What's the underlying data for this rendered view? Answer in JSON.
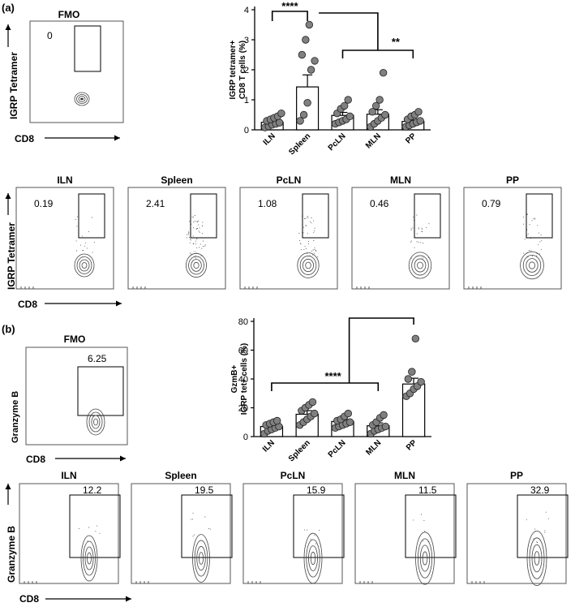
{
  "panel_labels": {
    "a": "(a)",
    "b": "(b)"
  },
  "axis_text": {
    "igrp_tetramer": "IGRP Tetramer",
    "cd8": "CD8",
    "granzyme_b": "Granzyme B"
  },
  "flow_a": {
    "fmo": {
      "title": "FMO",
      "gate_value": "0"
    },
    "panels": [
      {
        "title": "ILN",
        "gate_value": "0.19"
      },
      {
        "title": "Spleen",
        "gate_value": "2.41"
      },
      {
        "title": "PcLN",
        "gate_value": "1.08"
      },
      {
        "title": "MLN",
        "gate_value": "0.46"
      },
      {
        "title": "PP",
        "gate_value": "0.79"
      }
    ]
  },
  "flow_b": {
    "fmo": {
      "title": "FMO",
      "gate_value": "6.25"
    },
    "panels": [
      {
        "title": "ILN",
        "gate_value": "12.2"
      },
      {
        "title": "Spleen",
        "gate_value": "19.5"
      },
      {
        "title": "PcLN",
        "gate_value": "15.9"
      },
      {
        "title": "MLN",
        "gate_value": "11.5"
      },
      {
        "title": "PP",
        "gate_value": "32.9"
      }
    ]
  },
  "chart_data": [
    {
      "type": "bar",
      "ylabel": [
        "IGRP tetramer+",
        "CD8 T cells (%)"
      ],
      "categories": [
        "ILN",
        "Spleen",
        "PcLN",
        "MLN",
        "PP"
      ],
      "values": [
        0.25,
        1.43,
        0.48,
        0.52,
        0.28
      ],
      "errors": [
        0.06,
        0.4,
        0.1,
        0.15,
        0.05
      ],
      "points": [
        [
          0.08,
          0.12,
          0.17,
          0.2,
          0.24,
          0.3,
          0.35,
          0.4,
          0.45,
          0.55
        ],
        [
          0.3,
          0.5,
          0.9,
          2.0,
          2.3,
          2.5,
          3.0,
          3.5
        ],
        [
          0.2,
          0.25,
          0.3,
          0.35,
          0.45,
          0.55,
          0.7,
          0.8,
          1.0
        ],
        [
          0.1,
          0.2,
          0.3,
          0.4,
          0.5,
          0.6,
          0.8,
          1.0,
          1.9
        ],
        [
          0.1,
          0.15,
          0.2,
          0.25,
          0.3,
          0.35,
          0.45,
          0.5,
          0.6
        ]
      ],
      "yticks": [
        0,
        1,
        2,
        3,
        4
      ],
      "ylim": [
        0,
        4
      ],
      "significance": [
        "****",
        "**"
      ],
      "bar_color": "#ffffff",
      "point_color": "#808080"
    },
    {
      "type": "bar",
      "ylabel": [
        "GzmB+",
        "IGRP tet+ cells (%)"
      ],
      "categories": [
        "ILN",
        "Spleen",
        "PcLN",
        "MLN",
        "PP"
      ],
      "values": [
        7,
        15.5,
        10.5,
        7.5,
        36.5
      ],
      "errors": [
        1.5,
        2.5,
        1.5,
        2,
        4
      ],
      "points": [
        [
          2,
          4,
          5,
          6,
          7,
          8,
          9,
          10,
          11
        ],
        [
          8,
          10,
          12,
          14,
          16,
          18,
          20,
          22,
          24
        ],
        [
          6,
          7,
          8,
          9,
          10,
          11,
          12,
          14,
          16
        ],
        [
          2,
          4,
          5,
          6,
          7,
          8,
          10,
          13,
          15
        ],
        [
          28,
          30,
          33,
          35,
          38,
          40,
          45,
          68
        ]
      ],
      "yticks": [
        0,
        20,
        40,
        60,
        80
      ],
      "ylim": [
        0,
        80
      ],
      "significance": [
        "****"
      ],
      "bar_color": "#ffffff",
      "point_color": "#808080"
    }
  ]
}
